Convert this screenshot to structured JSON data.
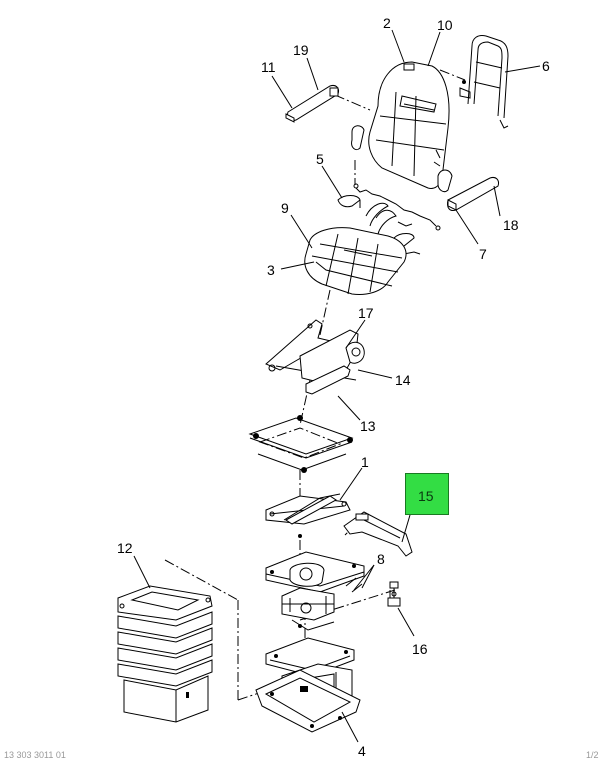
{
  "diagram": {
    "callouts": [
      "1",
      "2",
      "3",
      "4",
      "5",
      "6",
      "7",
      "8",
      "9",
      "10",
      "11",
      "12",
      "13",
      "14",
      "16",
      "17",
      "18",
      "19"
    ],
    "highlight_callout": "15",
    "highlight_color": "#33dd44",
    "footer_left": "13 303 3011 01",
    "footer_right": "1/2"
  }
}
